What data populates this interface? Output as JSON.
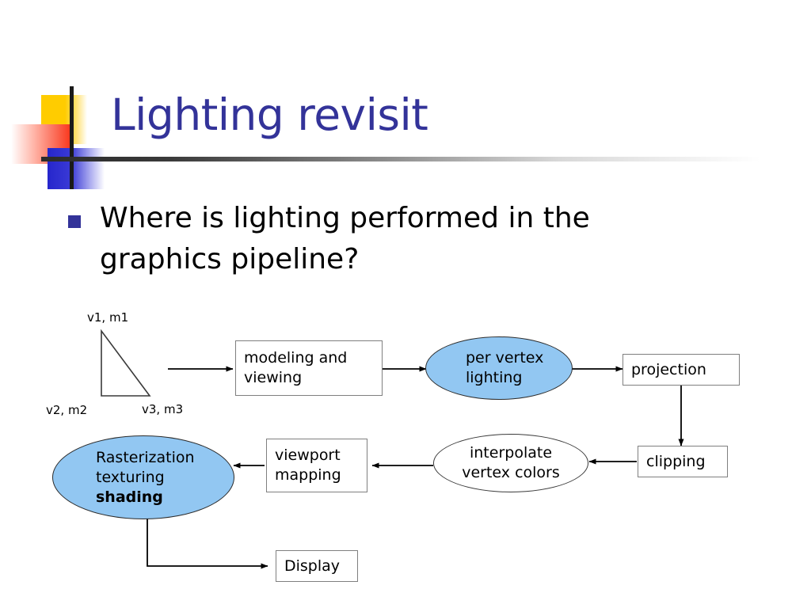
{
  "slide": {
    "title": "Lighting revisit",
    "title_color": "#333399",
    "background": "#ffffff",
    "bullets": [
      {
        "marker": "square",
        "marker_color": "#333399",
        "text": "Where is lighting performed in the graphics pipeline?"
      }
    ]
  },
  "decoration": {
    "name": "powerpoint-title-logo",
    "yellow": "#ffcc00",
    "red": "#f93a20",
    "blue": "#2626cc",
    "cross": "#1a1a1a",
    "rule_gradient_from": "#2b2b2b",
    "rule_gradient_to": "#ffffff"
  },
  "diagram": {
    "name": "graphics-pipeline",
    "accent_fill": "#92c7f2",
    "vertex_labels": [
      {
        "id": "v1",
        "text": "v1, m1"
      },
      {
        "id": "v2",
        "text": "v2, m2"
      },
      {
        "id": "v3",
        "text": "v3, m3"
      }
    ],
    "nodes": [
      {
        "id": "triangle",
        "shape": "triangle",
        "lines": []
      },
      {
        "id": "modeling",
        "shape": "box",
        "fill": "white",
        "lines": [
          "modeling and",
          "viewing"
        ]
      },
      {
        "id": "lighting",
        "shape": "ellipse",
        "fill": "blue",
        "lines": [
          "per vertex",
          "lighting"
        ]
      },
      {
        "id": "projection",
        "shape": "box",
        "fill": "white",
        "lines": [
          "projection"
        ]
      },
      {
        "id": "clipping",
        "shape": "box",
        "fill": "white",
        "lines": [
          "clipping"
        ]
      },
      {
        "id": "interpolate",
        "shape": "ellipse",
        "fill": "white",
        "lines": [
          "interpolate",
          "vertex colors"
        ]
      },
      {
        "id": "viewport",
        "shape": "box",
        "fill": "white",
        "lines": [
          "viewport",
          "mapping"
        ]
      },
      {
        "id": "raster",
        "shape": "ellipse",
        "fill": "blue",
        "lines": [
          "Rasterization",
          "texturing",
          "shading"
        ],
        "bold_lines": [
          "shading"
        ]
      },
      {
        "id": "display",
        "shape": "box",
        "fill": "white",
        "lines": [
          "Display"
        ]
      }
    ],
    "edges": [
      {
        "from": "triangle",
        "to": "modeling",
        "dir": "right"
      },
      {
        "from": "modeling",
        "to": "lighting",
        "dir": "right"
      },
      {
        "from": "lighting",
        "to": "projection",
        "dir": "right"
      },
      {
        "from": "projection",
        "to": "clipping",
        "dir": "down"
      },
      {
        "from": "clipping",
        "to": "interpolate",
        "dir": "left"
      },
      {
        "from": "interpolate",
        "to": "viewport",
        "dir": "left"
      },
      {
        "from": "viewport",
        "to": "raster",
        "dir": "left"
      },
      {
        "from": "raster",
        "to": "display",
        "dir": "elbow-down-right"
      }
    ]
  }
}
